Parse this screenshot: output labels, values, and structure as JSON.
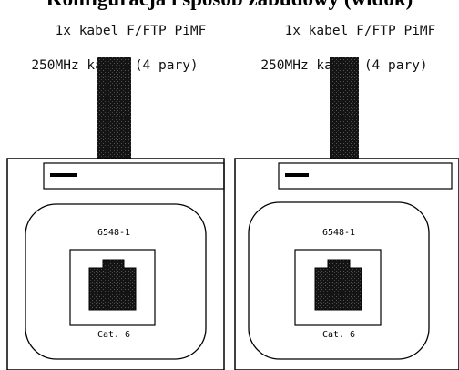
{
  "heading": "Konfiguracja i sposób zabudowy (widok)",
  "modules": [
    {
      "cable_line1": "1x kabel F/FTP PiMF",
      "cable_line2": "250MHz kat.6 (4 pary)",
      "part_number": "6548-1",
      "category_label": "Cat. 6"
    },
    {
      "cable_line1": "1x kabel F/FTP PiMF",
      "cable_line2": "250MHz kat.6 (4 pary)",
      "part_number": "6548-1",
      "category_label": "Cat. 6"
    }
  ],
  "colors": {
    "line": "#000000",
    "cable": "#1a1a1a",
    "background": "#ffffff"
  }
}
